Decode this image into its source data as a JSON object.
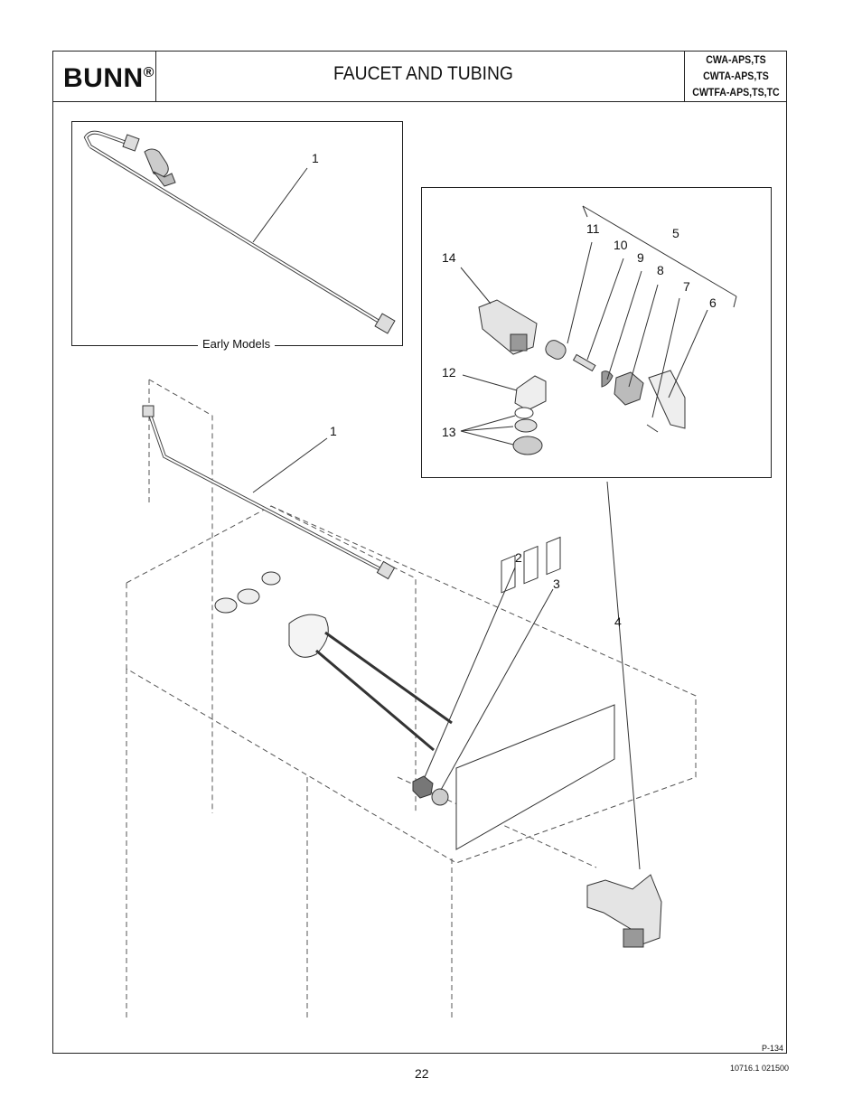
{
  "header": {
    "brand": "BUNN",
    "brand_mark": "®",
    "title": "FAUCET AND TUBING",
    "models": [
      "CWA-APS,TS",
      "CWTA-APS,TS",
      "CWTFA-APS,TS,TC"
    ]
  },
  "early_box": {
    "caption": "Early Models",
    "callouts": [
      "1"
    ]
  },
  "detail_box": {
    "callouts": [
      "11",
      "5",
      "10",
      "9",
      "8",
      "7",
      "6",
      "14",
      "12",
      "13"
    ]
  },
  "main_callouts": [
    "1",
    "2",
    "3",
    "4"
  ],
  "footer": {
    "drawing_ref": "P-134",
    "page_number": "22",
    "doc_ref": "10716.1 021500"
  }
}
